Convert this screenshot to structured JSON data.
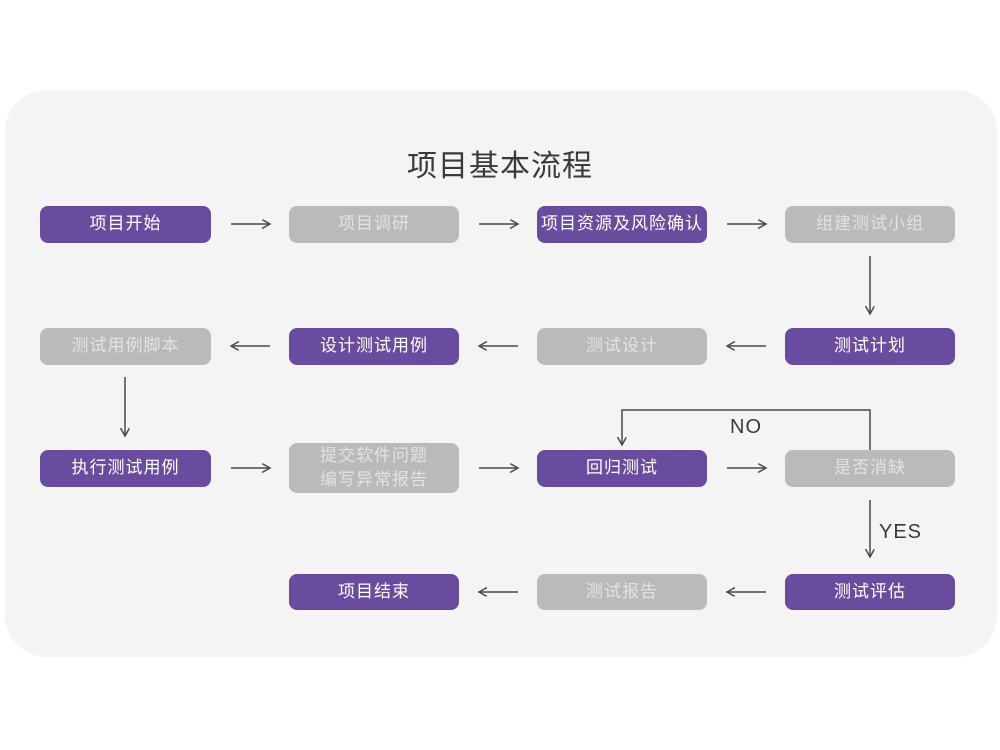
{
  "title": "项目基本流程",
  "colors": {
    "node_purple": "#6a4c9e",
    "node_gray": "#bababa",
    "card_bg": "#f5f4f5",
    "arrow": "#4a4a4a",
    "text_dark": "#3a3a3a",
    "node_text_purple": "#ffffff",
    "node_text_gray": "#e2e2e2"
  },
  "nodes": {
    "start": {
      "label": "项目开始",
      "variant": "purple"
    },
    "research": {
      "label": "项目调研",
      "variant": "gray"
    },
    "risk": {
      "label": "项目资源及风险确认",
      "variant": "purple"
    },
    "team": {
      "label": "组建测试小组",
      "variant": "gray"
    },
    "plan": {
      "label": "测试计划",
      "variant": "purple"
    },
    "design": {
      "label": "测试设计",
      "variant": "gray"
    },
    "case_design": {
      "label": "设计测试用例",
      "variant": "purple"
    },
    "case_script": {
      "label": "测试用例脚本",
      "variant": "gray"
    },
    "execute": {
      "label": "执行测试用例",
      "variant": "purple"
    },
    "report_issue": {
      "label": "提交软件问题\n编写异常报告",
      "variant": "gray"
    },
    "regression": {
      "label": "回归测试",
      "variant": "purple"
    },
    "defect_check": {
      "label": "是否消缺",
      "variant": "gray"
    },
    "evaluate": {
      "label": "测试评估",
      "variant": "purple"
    },
    "test_report": {
      "label": "测试报告",
      "variant": "gray"
    },
    "end": {
      "label": "项目结束",
      "variant": "purple"
    }
  },
  "edge_labels": {
    "no": "NO",
    "yes": "YES"
  }
}
